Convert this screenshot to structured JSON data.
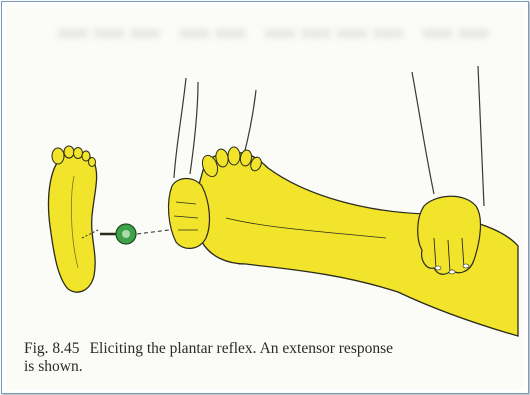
{
  "figure": {
    "label": "Fig. 8.45",
    "caption_line1": "Eliciting the plantar reflex. An extensor response",
    "caption_line2": "is shown."
  },
  "colors": {
    "skin": "#f2e42a",
    "outline": "#2b2b1e",
    "tool": "#3da24a",
    "frame": "#7a9cc0"
  },
  "icons": [
    "foot-sole-icon",
    "reflex-hammer-icon",
    "hand-icon"
  ]
}
